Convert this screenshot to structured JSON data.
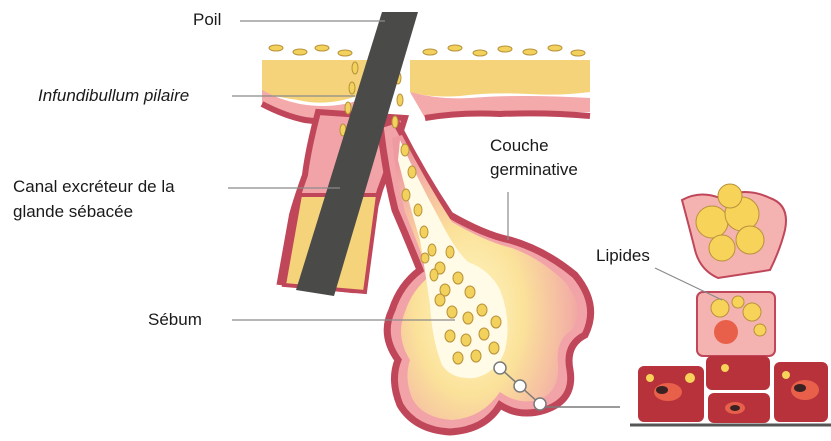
{
  "labels": {
    "poil": "Poil",
    "infundibulum": "Infundibullum pilaire",
    "canal_line1": "Canal excréteur de la",
    "canal_line2": "glande sébacée",
    "couche_line1": "Couche",
    "couche_line2": "germinative",
    "sebum": "Sébum",
    "lipides": "Lipides"
  },
  "colors": {
    "outer_wall": "#c0465a",
    "wall_pink": "#f2a3a8",
    "epidermis_yellow": "#f5d37a",
    "gland_core": "#fbe8a0",
    "hair_shaft": "#4a4a48",
    "sebum_droplet": "#f2d25c",
    "cell_dark": "#b8323c",
    "cell_nucleus": "#d94a3a"
  },
  "icons": [
    "hair-shaft-icon",
    "sebaceous-gland-icon",
    "lipid-cell-icon"
  ]
}
